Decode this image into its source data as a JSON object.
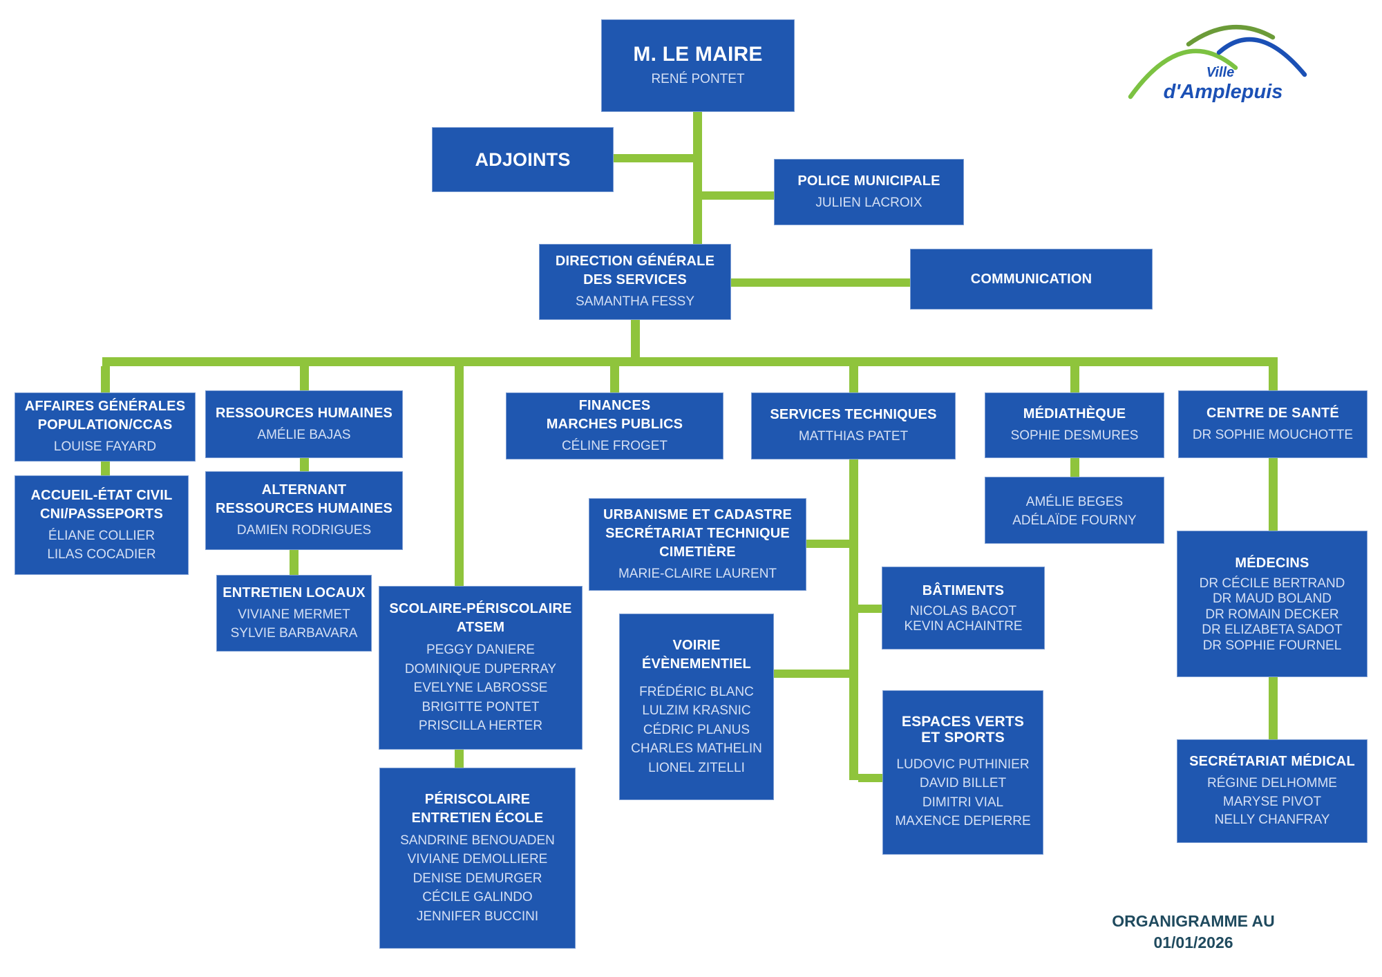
{
  "colors": {
    "box_blue": "#1f57b0",
    "connector_green": "#8fc43c",
    "title_white": "#ffffff",
    "name_text": "#d5e0f4",
    "footer_text": "#1f4a5e",
    "logo_blue": "#1b50b5",
    "logo_light_green": "#7cc242",
    "logo_olive": "#6b9b38",
    "page_bg": "#ffffff"
  },
  "logo": {
    "line1": "Ville",
    "line2": "d'Amplepuis"
  },
  "footer": {
    "line1": "ORGANIGRAMME AU",
    "line2": "01/01/2026"
  },
  "boxes": {
    "maire": {
      "title_lines": [
        "M. LE MAIRE"
      ],
      "names": [
        "RENÉ PONTET"
      ]
    },
    "adjoints": {
      "title_lines": [
        "ADJOINTS"
      ],
      "names": []
    },
    "police": {
      "title_lines": [
        "POLICE MUNICIPALE"
      ],
      "names": [
        "JULIEN LACROIX"
      ]
    },
    "direction_generale": {
      "title_lines": [
        "DIRECTION GÉNÉRALE",
        "DES SERVICES"
      ],
      "names": [
        "SAMANTHA FESSY"
      ]
    },
    "communication": {
      "title_lines": [
        "COMMUNICATION"
      ],
      "names": []
    },
    "affaires_generales": {
      "title_lines": [
        "AFFAIRES GÉNÉRALES",
        "POPULATION/CCAS"
      ],
      "names": [
        "LOUISE FAYARD"
      ]
    },
    "accueil_etat_civil": {
      "title_lines": [
        "ACCUEIL-ÉTAT CIVIL",
        "CNI/PASSEPORTS"
      ],
      "names": [
        "ÉLIANE COLLIER",
        "LILAS COCADIER"
      ]
    },
    "ressources_humaines": {
      "title_lines": [
        "RESSOURCES HUMAINES"
      ],
      "names": [
        "AMÉLIE BAJAS"
      ]
    },
    "alternant_rh": {
      "title_lines": [
        "ALTERNANT",
        "RESSOURCES HUMAINES"
      ],
      "names": [
        "DAMIEN RODRIGUES"
      ]
    },
    "entretien_locaux": {
      "title_lines": [
        "ENTRETIEN LOCAUX"
      ],
      "names": [
        "VIVIANE MERMET",
        "SYLVIE BARBAVARA"
      ]
    },
    "scolaire_periscolaire": {
      "title_lines": [
        "SCOLAIRE-PÉRISCOLAIRE",
        "ATSEM"
      ],
      "names": [
        "PEGGY DANIERE",
        "DOMINIQUE DUPERRAY",
        "EVELYNE LABROSSE",
        "BRIGITTE PONTET",
        "PRISCILLA HERTER"
      ]
    },
    "periscolaire_entretien": {
      "title_lines": [
        "PÉRISCOLAIRE",
        "ENTRETIEN ÉCOLE"
      ],
      "names": [
        "SANDRINE BENOUADEN",
        "VIVIANE DEMOLLIERE",
        "DENISE DEMURGER",
        "CÉCILE GALINDO",
        "JENNIFER BUCCINI"
      ]
    },
    "finances": {
      "title_lines": [
        "FINANCES",
        "MARCHES PUBLICS"
      ],
      "names": [
        "CÉLINE FROGET"
      ]
    },
    "urbanisme": {
      "title_lines": [
        "URBANISME ET CADASTRE",
        "SECRÉTARIAT TECHNIQUE",
        "CIMETIÈRE"
      ],
      "names": [
        "MARIE-CLAIRE LAURENT"
      ]
    },
    "voirie": {
      "title_lines": [
        "VOIRIE",
        "ÉVÈNEMENTIEL"
      ],
      "names": [
        "FRÉDÉRIC BLANC",
        "LULZIM KRASNIC",
        "CÉDRIC PLANUS",
        "CHARLES MATHELIN",
        "LIONEL ZITELLI"
      ]
    },
    "services_techniques": {
      "title_lines": [
        "SERVICES TECHNIQUES"
      ],
      "names": [
        "MATTHIAS PATET"
      ]
    },
    "batiments": {
      "title_lines": [
        "BÂTIMENTS"
      ],
      "names": [
        "NICOLAS BACOT",
        "KEVIN ACHAINTRE"
      ]
    },
    "espaces_verts": {
      "title_lines": [
        "ESPACES VERTS",
        "ET SPORTS"
      ],
      "names": [
        "LUDOVIC PUTHINIER",
        "DAVID BILLET",
        "DIMITRI VIAL",
        "MAXENCE DEPIERRE"
      ]
    },
    "mediatheque": {
      "title_lines": [
        "MÉDIATHÈQUE"
      ],
      "names": [
        "SOPHIE DESMURES"
      ]
    },
    "mediatheque_equipe": {
      "title_lines": [],
      "names": [
        "AMÉLIE BEGES",
        "ADÉLAÏDE FOURNY"
      ]
    },
    "centre_sante": {
      "title_lines": [
        "CENTRE DE SANTÉ"
      ],
      "names": [
        "DR SOPHIE MOUCHOTTE"
      ]
    },
    "medecins": {
      "title_lines": [
        "MÉDECINS"
      ],
      "names": [
        "DR CÉCILE BERTRAND",
        "DR MAUD BOLAND",
        "DR ROMAIN DECKER",
        "DR ELIZABETA SADOT",
        "DR SOPHIE FOURNEL"
      ]
    },
    "secretariat_medical": {
      "title_lines": [
        "SECRÉTARIAT MÉDICAL"
      ],
      "names": [
        "RÉGINE DELHOMME",
        "MARYSE PIVOT",
        "NELLY CHANFRAY"
      ]
    }
  }
}
